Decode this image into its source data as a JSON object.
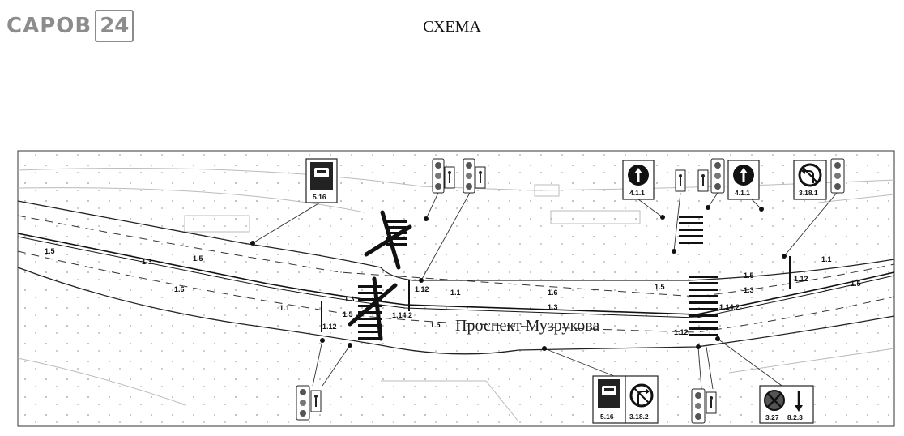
{
  "header": {
    "logo_word": "САРОВ",
    "logo_number": "24",
    "title": "СХЕМА"
  },
  "street_name": "Проспект Музрукова",
  "markings": [
    {
      "id": "m1",
      "text": "1.5"
    },
    {
      "id": "m2",
      "text": "1.3"
    },
    {
      "id": "m3",
      "text": "1.5"
    },
    {
      "id": "m4",
      "text": "1.6"
    },
    {
      "id": "m5",
      "text": "1.3"
    },
    {
      "id": "m6",
      "text": "1.1"
    },
    {
      "id": "m7",
      "text": "1.5"
    },
    {
      "id": "m8",
      "text": "1.12"
    },
    {
      "id": "m9",
      "text": "1.12"
    },
    {
      "id": "m10",
      "text": "1.1"
    },
    {
      "id": "m11",
      "text": "1.6"
    },
    {
      "id": "m12",
      "text": "1.5"
    },
    {
      "id": "m13",
      "text": "1.14.2"
    },
    {
      "id": "m14",
      "text": "1.5"
    },
    {
      "id": "m15",
      "text": "1.3"
    },
    {
      "id": "m16",
      "text": "1.12"
    },
    {
      "id": "m17",
      "text": "1.14.2"
    },
    {
      "id": "m18",
      "text": "1.5"
    },
    {
      "id": "m19",
      "text": "1.3"
    },
    {
      "id": "m20",
      "text": "1.1"
    },
    {
      "id": "m21",
      "text": "1.12"
    },
    {
      "id": "m22",
      "text": "1.5"
    }
  ],
  "signs": {
    "bus_stop_top": "5.16",
    "straight_1": "4.1.1",
    "straight_2": "4.1.1",
    "no_left_turn": "3.18.1",
    "bus_stop_bottom": "5.16",
    "no_right_turn": "3.18.2",
    "no_stopping": "3.27",
    "zone_plate": "8.2.3"
  }
}
